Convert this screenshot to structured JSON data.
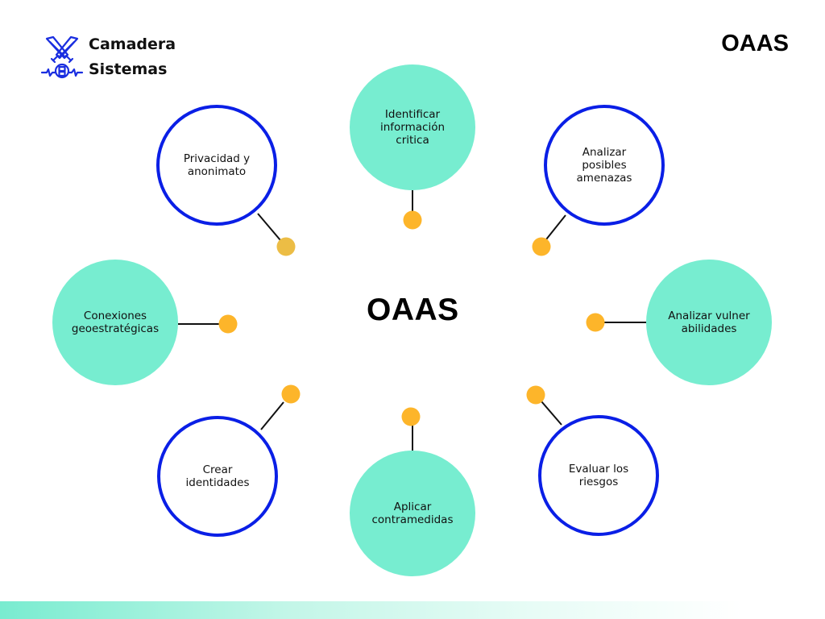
{
  "brand": {
    "name_line1": "Camadera",
    "name_line2": "Sistemas",
    "logo_icon": "crossed-swords-shield-icon"
  },
  "header": {
    "title": "OAAS"
  },
  "diagram": {
    "center_title": "OAAS",
    "colors": {
      "filled_node": "#77edd0",
      "outlined_node_stroke": "#0a1fe6",
      "connector_dot": "#fdb52a",
      "connector_dot_alt": "#ecbd45",
      "connector_line": "#111111",
      "brand_blue": "#1a2ee0"
    },
    "nodes": [
      {
        "id": "top",
        "label": "Identificar información critica",
        "style": "filled"
      },
      {
        "id": "top-right",
        "label": "Analizar posibles amenazas",
        "style": "outlined"
      },
      {
        "id": "right",
        "label": "Analizar vulnerabilidades",
        "style": "filled"
      },
      {
        "id": "bottom-right",
        "label": "Evaluar los riesgos",
        "style": "outlined"
      },
      {
        "id": "bottom",
        "label": "Aplicar contramedidas",
        "style": "filled"
      },
      {
        "id": "bottom-left",
        "label": "Crear identidades",
        "style": "outlined"
      },
      {
        "id": "left",
        "label": "Conexiones geoestratégicas",
        "style": "filled"
      },
      {
        "id": "top-left",
        "label": "Privacidad y anonimato",
        "style": "outlined"
      }
    ]
  }
}
